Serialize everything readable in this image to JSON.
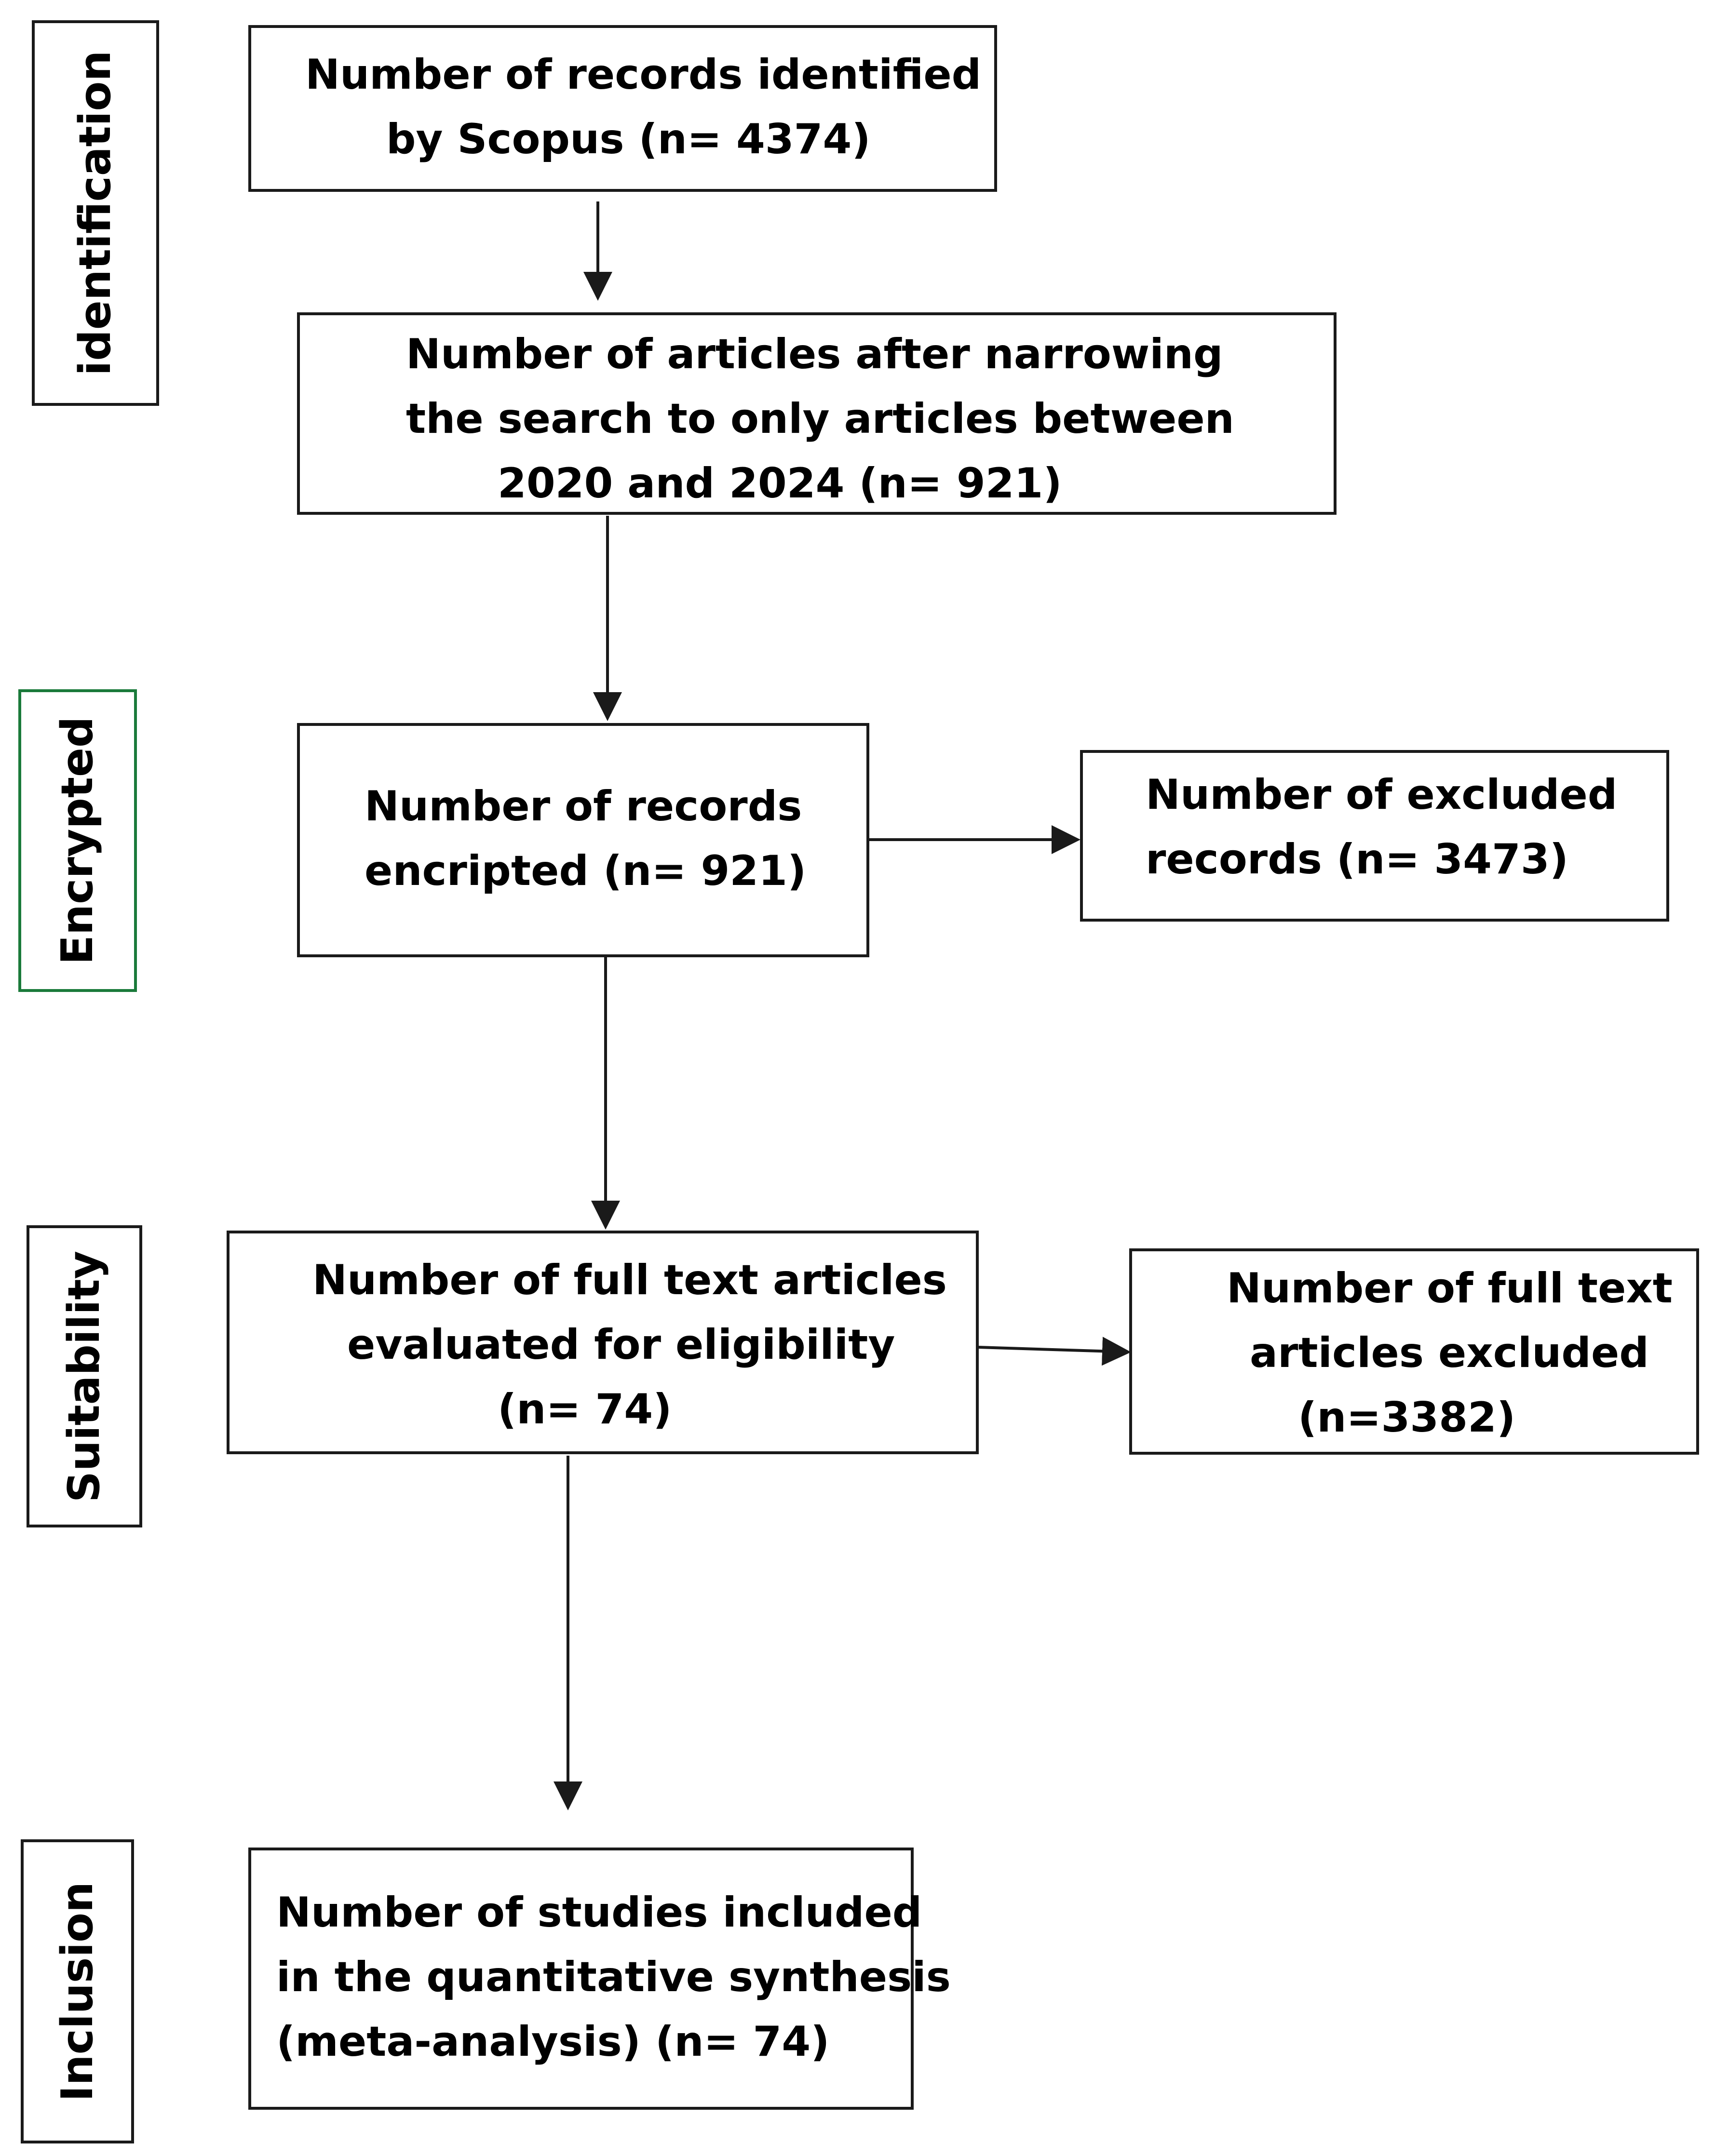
{
  "stages": [
    {
      "id": "identification",
      "label": "identification"
    },
    {
      "id": "encrypted",
      "label": "Encrypted",
      "border_color": "#1a7a3a"
    },
    {
      "id": "suitability",
      "label": "Suitability"
    },
    {
      "id": "inclusion",
      "label": "Inclusion"
    }
  ],
  "boxes": {
    "identified": {
      "lines": [
        "Number of records identified",
        "by Scopus (n= 4374)"
      ]
    },
    "narrowed": {
      "lines": [
        "Number of articles after narrowing",
        "the search to only articles between",
        "2020 and 2024 (n= 921)"
      ]
    },
    "encripted": {
      "lines": [
        "Number of records",
        "encripted (n= 921)"
      ]
    },
    "excluded_records": {
      "lines": [
        "Number of excluded",
        "records (n= 3473)"
      ]
    },
    "full_text_evaluated": {
      "lines": [
        "Number of full text articles",
        "evaluated for eligibility",
        "(n= 74)"
      ]
    },
    "full_text_excluded": {
      "lines": [
        "Number of full text",
        "articles excluded",
        "(n=3382)"
      ]
    },
    "included": {
      "lines": [
        "Number of studies included",
        "in the quantitative synthesis",
        "(meta-analysis) (n= 74)"
      ]
    }
  },
  "colors": {
    "line": "#1a1a1a",
    "encrypted_stage_border": "#1a7a3a"
  }
}
